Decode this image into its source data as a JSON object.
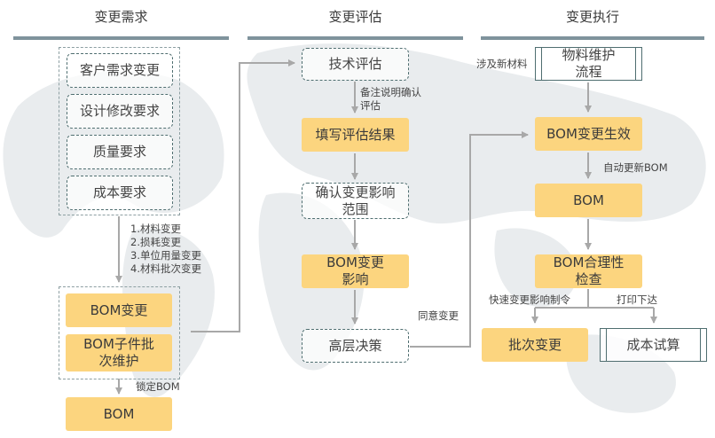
{
  "headers": {
    "col1": "变更需求",
    "col2": "变更评估",
    "col3": "变更执行"
  },
  "col1": {
    "requests": [
      "客户需求变更",
      "设计修改要求",
      "质量要求",
      "成本要求"
    ],
    "change_list": [
      "1.材料变更",
      "2.损耗变更",
      "3.单位用量变更",
      "4.材料批次变更"
    ],
    "bom_change": "BOM变更",
    "bom_child_batch": "BOM子件批次维护",
    "lock_label": "锁定BOM",
    "bom": "BOM"
  },
  "col2": {
    "tech_eval": "技术评估",
    "note_label": "备注说明确认评估",
    "fill_result": "填写评估结果",
    "confirm_scope": "确认变更影响范围",
    "bom_impact": "BOM变更影响",
    "decision": "高层决策",
    "agree_label": "同意变更"
  },
  "col3": {
    "new_material_label": "涉及新材料",
    "material_flow": "物料维护流程",
    "bom_effective": "BOM变更生效",
    "auto_update_label": "自动更新BOM",
    "bom": "BOM",
    "bom_check": "BOM合理性检查",
    "fast_label": "快速变更影响制令",
    "print_label": "打印下达",
    "batch_change": "批次变更",
    "cost_trial": "成本试算"
  },
  "colors": {
    "header_bar": "#7f939c",
    "fill_box": "#fcd57f",
    "dashed_border": "#4f6e70",
    "arrow": "#a8a8a8"
  }
}
